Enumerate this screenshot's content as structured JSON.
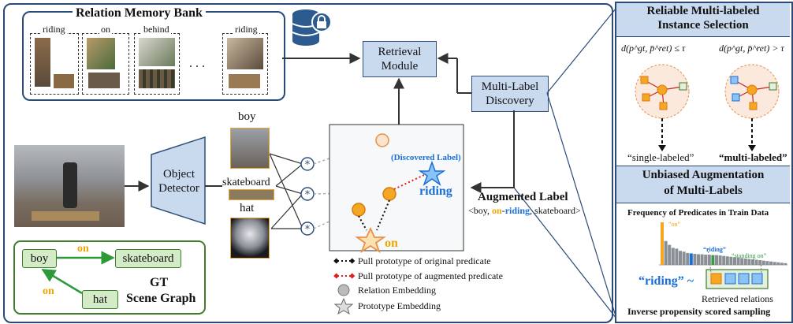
{
  "memory_bank": {
    "title": "Relation Memory Bank",
    "slots": [
      "riding",
      "on",
      "behind",
      "riding"
    ],
    "ellipsis": ". . ."
  },
  "retrieval_module": {
    "label": "Retrieval\nModule"
  },
  "multi_label_discovery": {
    "label": "Multi-Label\nDiscovery"
  },
  "object_detector": {
    "label": "Object\nDetector"
  },
  "crops": [
    "boy",
    "skateboard",
    "hat"
  ],
  "embedding_space": {
    "discovered_label": "(Discovered Label)",
    "riding": "riding",
    "on": "on"
  },
  "augmented_label": {
    "title": "Augmented Label",
    "prefix": "<boy, ",
    "on": "on",
    "dash": "-",
    "riding": "riding",
    "suffix": ", skateboard>"
  },
  "legend": {
    "pull_original": "Pull prototype of original predicate",
    "pull_augmented": "Pull prototype of augmented predicate",
    "relation_embedding": "Relation Embedding",
    "prototype_embedding": "Prototype Embedding"
  },
  "scene_graph": {
    "nodes": [
      "boy",
      "skateboard",
      "hat"
    ],
    "edges": [
      "on",
      "on"
    ],
    "title_line1": "GT",
    "title_line2": "Scene Graph"
  },
  "right_panel": {
    "section1_title_line1": "Reliable Multi-labeled",
    "section1_title_line2": "Instance Selection",
    "cond_left": "d(p^gt, p̄^ret) ≤ τ",
    "cond_right": "d(p^gt, p̄^ret) > τ",
    "single_labeled": "“single-labeled”",
    "multi_labeled": "“multi-labeled”",
    "section2_title_line1": "Unbiased Augmentation",
    "section2_title_line2": "of Multi-Labels",
    "freq_title": "Frequency of Predicates in Train Data",
    "riding_tag": "“riding”",
    "standing_on_tag": "“standing on”",
    "on_tag": "“on”",
    "riding_sim": "“riding” ~",
    "retrieved_relations": "Retrieved relations",
    "ips_sampling": "Inverse propensity scored sampling"
  },
  "colors": {
    "panel_border": "#2a4a78",
    "module_fill": "#c9d9ee",
    "module_border": "#2f4f7a",
    "node_fill": "#d3ecc7",
    "node_border": "#3f7c2c",
    "orange": "#f5a623",
    "blue_label": "#1a6fd6",
    "red": "#e02020",
    "gold_text": "#f0a500"
  },
  "chart_data": {
    "type": "bar",
    "title": "Frequency of Predicates in Train Data",
    "categories": [
      "on",
      "",
      "",
      "",
      "",
      "",
      "",
      "",
      "",
      "",
      "",
      "",
      "",
      "",
      "",
      "",
      "",
      "",
      "",
      "",
      "",
      "",
      "",
      "",
      "",
      "",
      "",
      "",
      "",
      "",
      "",
      "",
      "",
      "",
      ""
    ],
    "values": [
      100,
      56,
      47,
      40,
      38,
      33,
      31,
      28,
      27,
      26,
      25,
      25,
      24,
      24,
      23,
      23,
      22,
      21,
      20,
      19,
      18,
      17,
      16,
      15,
      14,
      13,
      12,
      11,
      10,
      9,
      8,
      7,
      6,
      5,
      4
    ],
    "highlighted": [
      "on",
      "riding",
      "standing on"
    ]
  }
}
